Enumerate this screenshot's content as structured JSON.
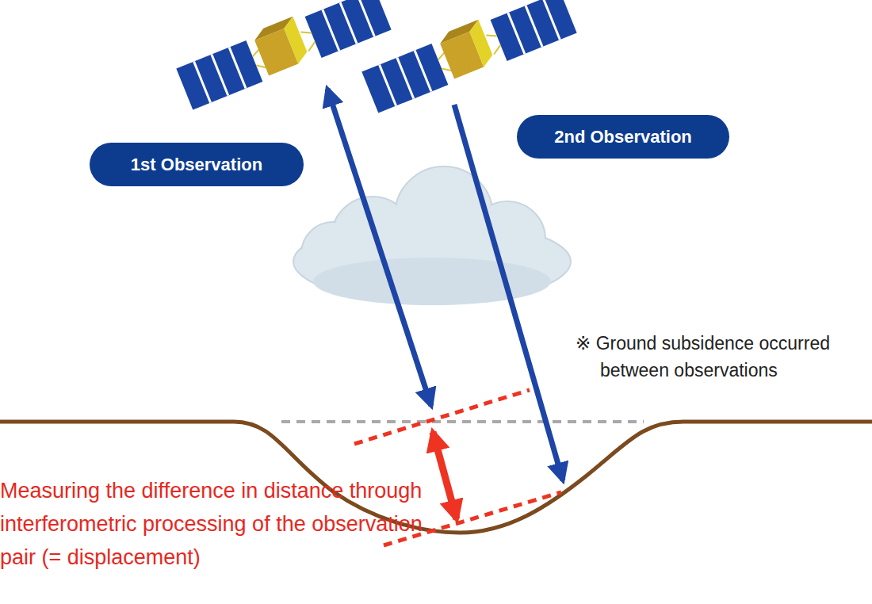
{
  "diagram": {
    "nodes": [
      {
        "text": [
          "1st Observation"
        ]
      },
      {
        "text": [
          "2nd Observation"
        ]
      }
    ],
    "labels": [
      "※ Ground subsidence occurred between observations",
      "Measuring the difference in distance through interferometric processing of the observation pair (= displacement)"
    ]
  }
}
